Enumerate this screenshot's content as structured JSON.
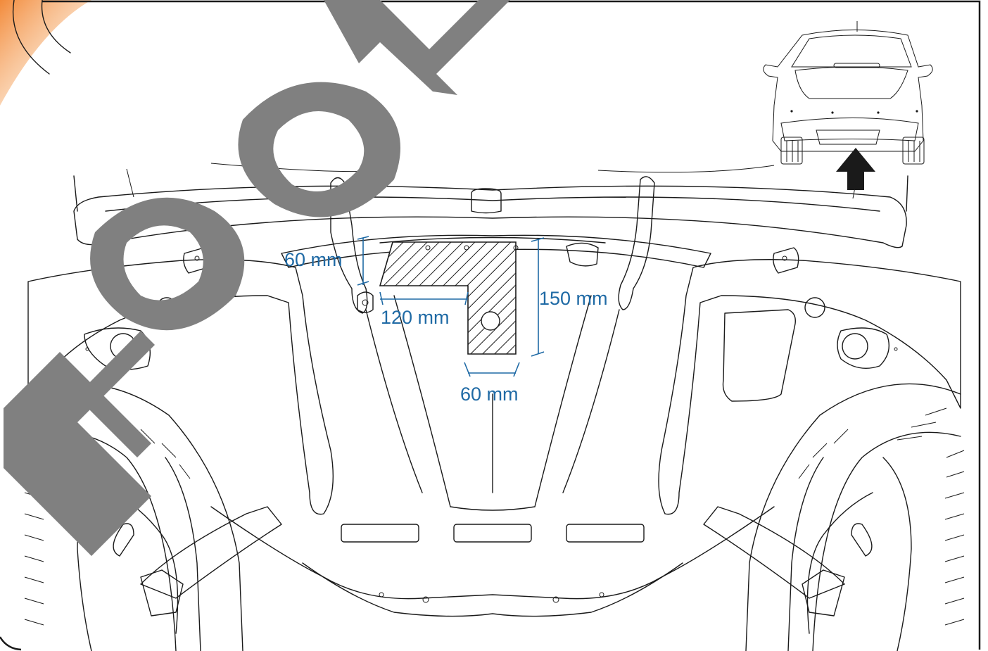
{
  "dimensions": {
    "left_height": "60 mm",
    "width": "120 mm",
    "total_height": "150 mm",
    "bottom_width": "60 mm"
  },
  "watermark": "NO OK",
  "colors": {
    "dimension": "#1f6aa5",
    "watermark": "#808080",
    "hatch": "#1a1a1a",
    "corner_accent": "#f28a3a",
    "frame": "#1a1a1a"
  },
  "icons": {
    "view_arrow": "arrow-up-icon",
    "car_thumbnail": "car-rear-view-icon"
  }
}
